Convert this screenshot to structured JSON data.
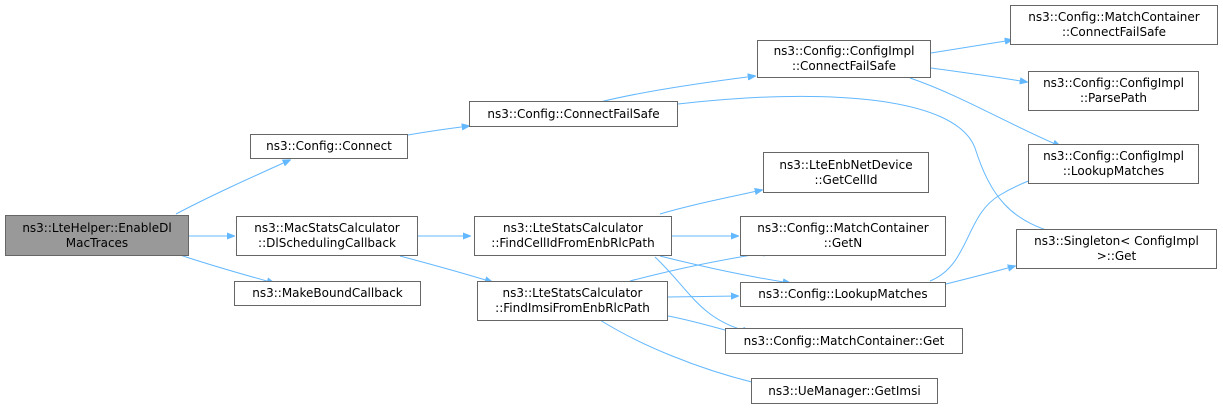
{
  "graph": {
    "nodes": {
      "enableDlMacTraces": [
        "ns3::LteHelper::EnableDl",
        "MacTraces"
      ],
      "configConnect": [
        "ns3::Config::Connect"
      ],
      "dlSchedulingCallback": [
        "ns3::MacStatsCalculator",
        "::DlSchedulingCallback"
      ],
      "makeBoundCallback": [
        "ns3::MakeBoundCallback"
      ],
      "configConnectFailSafe": [
        "ns3::Config::ConnectFailSafe"
      ],
      "findCellId": [
        "ns3::LteStatsCalculator",
        "::FindCellIdFromEnbRlcPath"
      ],
      "findImsi": [
        "ns3::LteStatsCalculator",
        "::FindImsiFromEnbRlcPath"
      ],
      "implConnectFailSafe": [
        "ns3::Config::ConfigImpl",
        "::ConnectFailSafe"
      ],
      "getCellId": [
        "ns3::LteEnbNetDevice",
        "::GetCellId"
      ],
      "matchGetN": [
        "ns3::Config::MatchContainer",
        "::GetN"
      ],
      "lookupMatches": [
        "ns3::Config::LookupMatches"
      ],
      "matchGet": [
        "ns3::Config::MatchContainer::Get"
      ],
      "getImsi": [
        "ns3::UeManager::GetImsi"
      ],
      "matchConnectFailSafe": [
        "ns3::Config::MatchContainer",
        "::ConnectFailSafe"
      ],
      "parsePath": [
        "ns3::Config::ConfigImpl",
        "::ParsePath"
      ],
      "implLookupMatches": [
        "ns3::Config::ConfigImpl",
        "::LookupMatches"
      ],
      "singletonGet": [
        "ns3::Singleton< ConfigImpl",
        ">::Get"
      ]
    },
    "edges": [
      [
        "enableDlMacTraces",
        "configConnect"
      ],
      [
        "enableDlMacTraces",
        "dlSchedulingCallback"
      ],
      [
        "enableDlMacTraces",
        "makeBoundCallback"
      ],
      [
        "configConnect",
        "configConnectFailSafe"
      ],
      [
        "configConnectFailSafe",
        "implConnectFailSafe"
      ],
      [
        "configConnectFailSafe",
        "singletonGet"
      ],
      [
        "implConnectFailSafe",
        "matchConnectFailSafe"
      ],
      [
        "implConnectFailSafe",
        "parsePath"
      ],
      [
        "implConnectFailSafe",
        "implLookupMatches"
      ],
      [
        "dlSchedulingCallback",
        "findCellId"
      ],
      [
        "dlSchedulingCallback",
        "findImsi"
      ],
      [
        "findCellId",
        "getCellId"
      ],
      [
        "findCellId",
        "matchGetN"
      ],
      [
        "findCellId",
        "lookupMatches"
      ],
      [
        "findCellId",
        "matchGet"
      ],
      [
        "findImsi",
        "matchGetN"
      ],
      [
        "findImsi",
        "lookupMatches"
      ],
      [
        "findImsi",
        "matchGet"
      ],
      [
        "findImsi",
        "getImsi"
      ],
      [
        "lookupMatches",
        "implLookupMatches"
      ],
      [
        "lookupMatches",
        "singletonGet"
      ]
    ]
  },
  "colors": {
    "edge": "#63b8ff",
    "root_fill": "#999999",
    "node_border": "#666666"
  }
}
